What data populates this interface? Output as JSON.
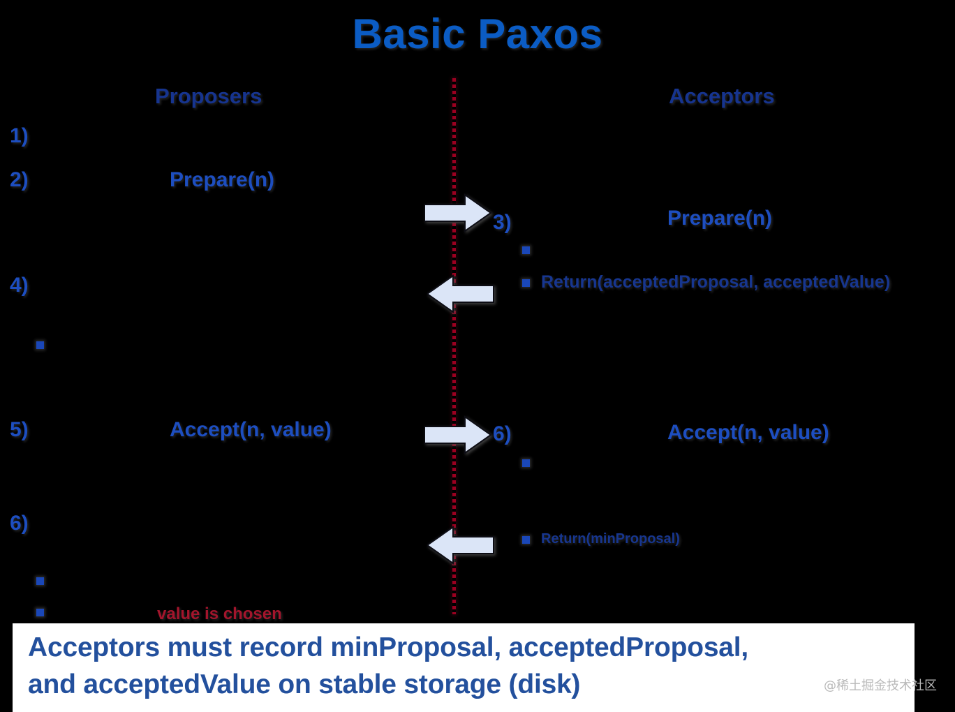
{
  "slide": {
    "title": "Basic Paxos",
    "background_color": "#000000",
    "title_color": "#0b5cc4",
    "text_color": "#1d4ec0",
    "divider_color": "#9b0020",
    "arrow_fill": "#dbe5f7",
    "chosen_color": "#a3152c"
  },
  "columns": {
    "left_header": "Proposers",
    "right_header": "Acceptors"
  },
  "proposer_steps": [
    {
      "number": "1)",
      "text": ""
    },
    {
      "number": "2)",
      "text": "Prepare(n)"
    },
    {
      "number": "4)",
      "text": ""
    },
    {
      "number": "5)",
      "text": "Accept(n, value)"
    },
    {
      "number": "6)",
      "text": ""
    }
  ],
  "acceptor_steps": [
    {
      "number": "3)",
      "text": "Prepare(n)"
    },
    {
      "number": "6)",
      "text": "Accept(n, value)"
    }
  ],
  "acceptor_returns": [
    {
      "text": "Return(acceptedProposal, acceptedValue)"
    },
    {
      "text": "Return(minProposal)"
    }
  ],
  "chosen_note": "value is chosen",
  "arrows": [
    {
      "name": "prepare-request-arrow",
      "direction": "right"
    },
    {
      "name": "prepare-response-arrow",
      "direction": "left"
    },
    {
      "name": "accept-request-arrow",
      "direction": "right"
    },
    {
      "name": "accept-response-arrow",
      "direction": "left"
    }
  ],
  "caption": {
    "line1": "Acceptors must record minProposal, acceptedProposal,",
    "line2": "and acceptedValue on stable storage (disk)"
  },
  "watermark": "@稀土掘金技术社区"
}
